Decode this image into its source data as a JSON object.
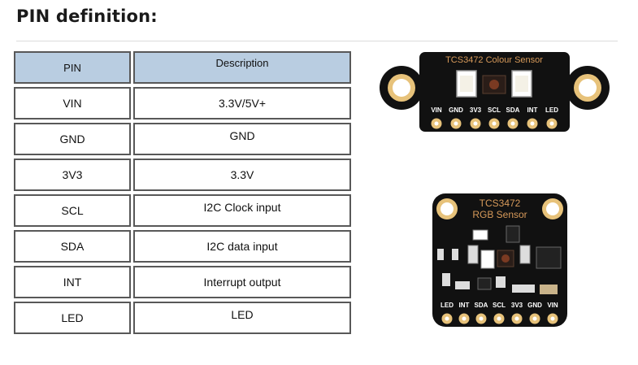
{
  "heading": "PIN definition:",
  "table": {
    "headers": {
      "pin": "PIN",
      "description": "Description"
    },
    "rows": [
      {
        "pin": "VIN",
        "description": "3.3V/5V+"
      },
      {
        "pin": "GND",
        "description": "GND"
      },
      {
        "pin": "3V3",
        "description": "3.3V"
      },
      {
        "pin": "SCL",
        "description": "I2C Clock input"
      },
      {
        "pin": "SDA",
        "description": "I2C data input"
      },
      {
        "pin": "INT",
        "description": "Interrupt output"
      },
      {
        "pin": "LED",
        "description": "LED"
      }
    ]
  },
  "board1": {
    "title": "TCS3472 Colour Sensor",
    "pins": [
      "VIN",
      "GND",
      "3V3",
      "SCL",
      "SDA",
      "INT",
      "LED"
    ]
  },
  "board2": {
    "title_line1": "TCS3472",
    "title_line2": "RGB Sensor",
    "pins": [
      "LED",
      "INT",
      "SDA",
      "SCL",
      "3V3",
      "GND",
      "VIN"
    ]
  },
  "colors": {
    "header_fill": "#b9cde1",
    "cell_border": "#585858",
    "pcb_black": "#111111",
    "silkscreen_white": "#ffffff",
    "silkscreen_orange": "#d79a5a",
    "gold_pad": "#e7c27a"
  }
}
